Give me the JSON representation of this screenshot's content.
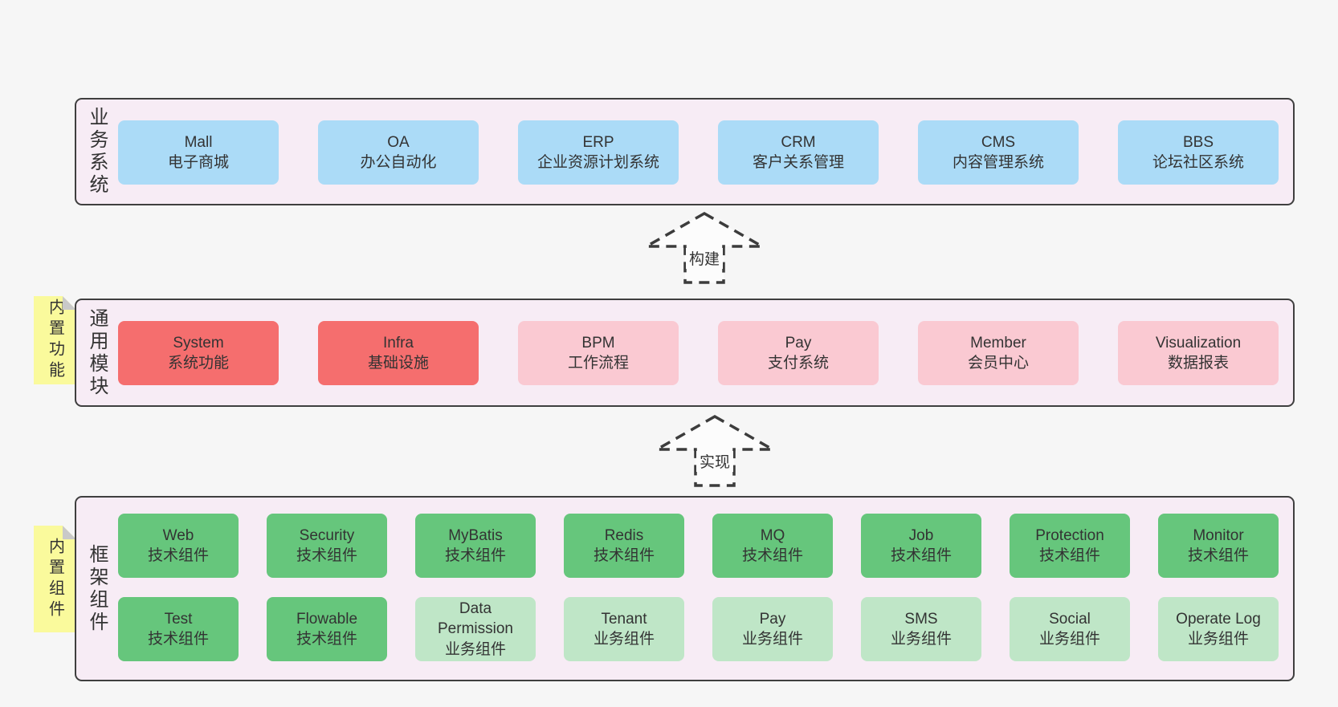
{
  "colors": {
    "page_background": "#f6f6f6",
    "band_background": "#f7ecf5",
    "band_border": "#3f3f3f",
    "box_blue": "#abdbf7",
    "box_red": "#f56e6e",
    "box_pink": "#fac9d2",
    "box_green": "#66c67c",
    "box_light_green": "#bfe6c7",
    "sticky_yellow": "#fafa9c",
    "sticky_fold_gray": "#c9c9c9",
    "text": "#333333"
  },
  "arrows": [
    {
      "label": "构建"
    },
    {
      "label": "实现"
    }
  ],
  "stickies": [
    {
      "label": "内置功能"
    },
    {
      "label": "内置组件"
    }
  ],
  "bands": [
    {
      "label": "业务系统",
      "items": [
        {
          "name": "Mall",
          "desc": "电子商城"
        },
        {
          "name": "OA",
          "desc": "办公自动化"
        },
        {
          "name": "ERP",
          "desc": "企业资源计划系统"
        },
        {
          "name": "CRM",
          "desc": "客户关系管理"
        },
        {
          "name": "CMS",
          "desc": "内容管理系统"
        },
        {
          "name": "BBS",
          "desc": "论坛社区系统"
        }
      ]
    },
    {
      "label": "通用模块",
      "items": [
        {
          "name": "System",
          "desc": "系统功能",
          "variant": "red"
        },
        {
          "name": "Infra",
          "desc": "基础设施",
          "variant": "red"
        },
        {
          "name": "BPM",
          "desc": "工作流程",
          "variant": "pink"
        },
        {
          "name": "Pay",
          "desc": "支付系统",
          "variant": "pink"
        },
        {
          "name": "Member",
          "desc": "会员中心",
          "variant": "pink"
        },
        {
          "name": "Visualization",
          "desc": "数据报表",
          "variant": "pink"
        }
      ]
    },
    {
      "label": "框架组件",
      "rows": [
        [
          {
            "name": "Web",
            "desc": "技术组件",
            "variant": "green"
          },
          {
            "name": "Security",
            "desc": "技术组件",
            "variant": "green"
          },
          {
            "name": "MyBatis",
            "desc": "技术组件",
            "variant": "green"
          },
          {
            "name": "Redis",
            "desc": "技术组件",
            "variant": "green"
          },
          {
            "name": "MQ",
            "desc": "技术组件",
            "variant": "green"
          },
          {
            "name": "Job",
            "desc": "技术组件",
            "variant": "green"
          },
          {
            "name": "Protection",
            "desc": "技术组件",
            "variant": "green"
          },
          {
            "name": "Monitor",
            "desc": "技术组件",
            "variant": "green"
          }
        ],
        [
          {
            "name": "Test",
            "desc": "技术组件",
            "variant": "green"
          },
          {
            "name": "Flowable",
            "desc": "技术组件",
            "variant": "green"
          },
          {
            "name": "Data Permission",
            "desc": "业务组件",
            "variant": "light-green"
          },
          {
            "name": "Tenant",
            "desc": "业务组件",
            "variant": "light-green"
          },
          {
            "name": "Pay",
            "desc": "业务组件",
            "variant": "light-green"
          },
          {
            "name": "SMS",
            "desc": "业务组件",
            "variant": "light-green"
          },
          {
            "name": "Social",
            "desc": "业务组件",
            "variant": "light-green"
          },
          {
            "name": "Operate Log",
            "desc": "业务组件",
            "variant": "light-green"
          }
        ]
      ]
    }
  ]
}
